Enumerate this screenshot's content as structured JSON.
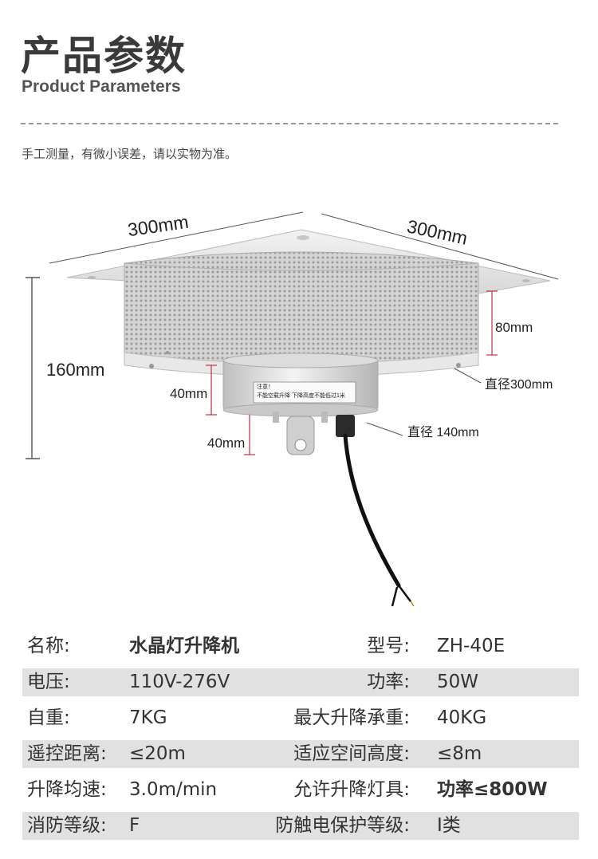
{
  "header": {
    "title_cn": "产品参数",
    "title_en": "Product Parameters",
    "note": "手工测量，有微小误差，请以实物为准。"
  },
  "dimensions": {
    "width_left": "300mm",
    "width_right": "300mm",
    "height_total": "160mm",
    "height_body": "80mm",
    "height_motor": "40mm",
    "height_hook": "40mm",
    "diameter_body": "直径300mm",
    "diameter_motor": "直径 140mm",
    "label_line1": "注意！",
    "label_line2": "不能空载升降  下降高度不能低过1米"
  },
  "specs": [
    {
      "k1": "名称:",
      "v1": "水晶灯升降机",
      "k2": "型号:",
      "v2": "ZH-40E",
      "shade": false
    },
    {
      "k1": "电压:",
      "v1": "110V-276V",
      "k2": "功率:",
      "v2": "50W",
      "shade": true
    },
    {
      "k1": "自重:",
      "v1": "7KG",
      "k2": "最大升降承重:",
      "v2": "40KG",
      "shade": false
    },
    {
      "k1": "遥控距离:",
      "v1": "≤20m",
      "k2": "适应空间高度:",
      "v2": "≤8m",
      "shade": true
    },
    {
      "k1": "升降均速:",
      "v1": "3.0m/min",
      "k2": "允许升降灯具:",
      "v2": "功率≤800W",
      "shade": false
    },
    {
      "k1": "消防等级:",
      "v1": "F",
      "k2": "防触电保护等级:",
      "v2": "Ⅰ类",
      "shade": true
    }
  ]
}
